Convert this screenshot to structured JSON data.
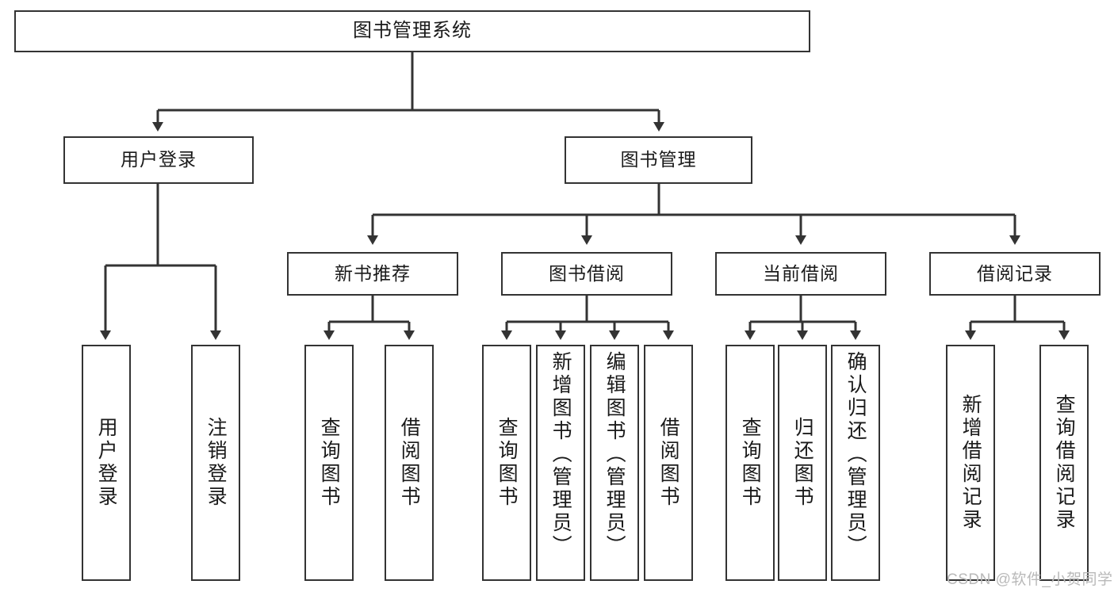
{
  "diagram": {
    "title": "图书管理系统",
    "type": "tree",
    "watermark": "CSDN @软件_小贺同学",
    "colors": {
      "stroke": "#333333",
      "fill": "#ffffff",
      "text": "#1a1a1a",
      "watermark": "#b9b9b9"
    },
    "levels": {
      "root": {
        "label": "图书管理系统"
      },
      "level2": [
        {
          "label": "用户登录"
        },
        {
          "label": "图书管理"
        }
      ],
      "level3": [
        {
          "label": "新书推荐"
        },
        {
          "label": "图书借阅"
        },
        {
          "label": "当前借阅"
        },
        {
          "label": "借阅记录"
        }
      ],
      "leaves": [
        {
          "label": "用户登录",
          "parent": "用户登录"
        },
        {
          "label": "注销登录",
          "parent": "用户登录"
        },
        {
          "label": "查询图书",
          "parent": "新书推荐"
        },
        {
          "label": "借阅图书",
          "parent": "新书推荐"
        },
        {
          "label": "查询图书",
          "parent": "图书借阅"
        },
        {
          "label": "新增图书（管理员）",
          "parent": "图书借阅"
        },
        {
          "label": "编辑图书（管理员）",
          "parent": "图书借阅"
        },
        {
          "label": "借阅图书",
          "parent": "图书借阅"
        },
        {
          "label": "查询图书",
          "parent": "当前借阅"
        },
        {
          "label": "归还图书",
          "parent": "当前借阅"
        },
        {
          "label": "确认归还（管理员）",
          "parent": "当前借阅"
        },
        {
          "label": "新增借阅记录",
          "parent": "借阅记录"
        },
        {
          "label": "查询借阅记录",
          "parent": "借阅记录"
        }
      ]
    }
  }
}
